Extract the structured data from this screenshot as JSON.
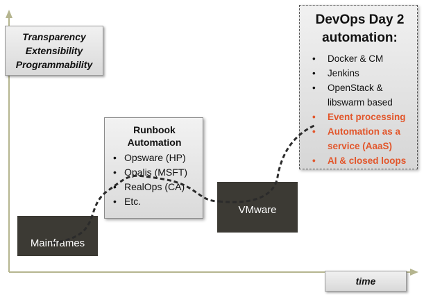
{
  "y_axis_label": {
    "lines": [
      "Transparency",
      "Extensibility",
      "Programmability"
    ]
  },
  "x_axis_label": "time",
  "stages": {
    "mainframes": {
      "label": "Mainframes"
    },
    "runbook": {
      "title_lines": [
        "Runbook",
        "Automation"
      ],
      "items": [
        "Opsware (HP)",
        "Opalis (MSFT)",
        "RealOps (CA)",
        "Etc."
      ]
    },
    "vmware": {
      "label": "VMware"
    },
    "devops": {
      "title_lines": [
        "DevOps Day 2",
        "automation:"
      ],
      "items": [
        "Docker & CM",
        "Jenkins",
        "OpenStack &",
        "libswarm based"
      ],
      "highlight_items": [
        "Event processing",
        "Automation as a",
        "service (AaaS)",
        "AI & closed loops"
      ],
      "highlight_color": "#e2562b"
    }
  },
  "colors": {
    "axis": "#b5b58f",
    "dark_box": "#3c3a34",
    "curve": "#2b2b2b"
  }
}
